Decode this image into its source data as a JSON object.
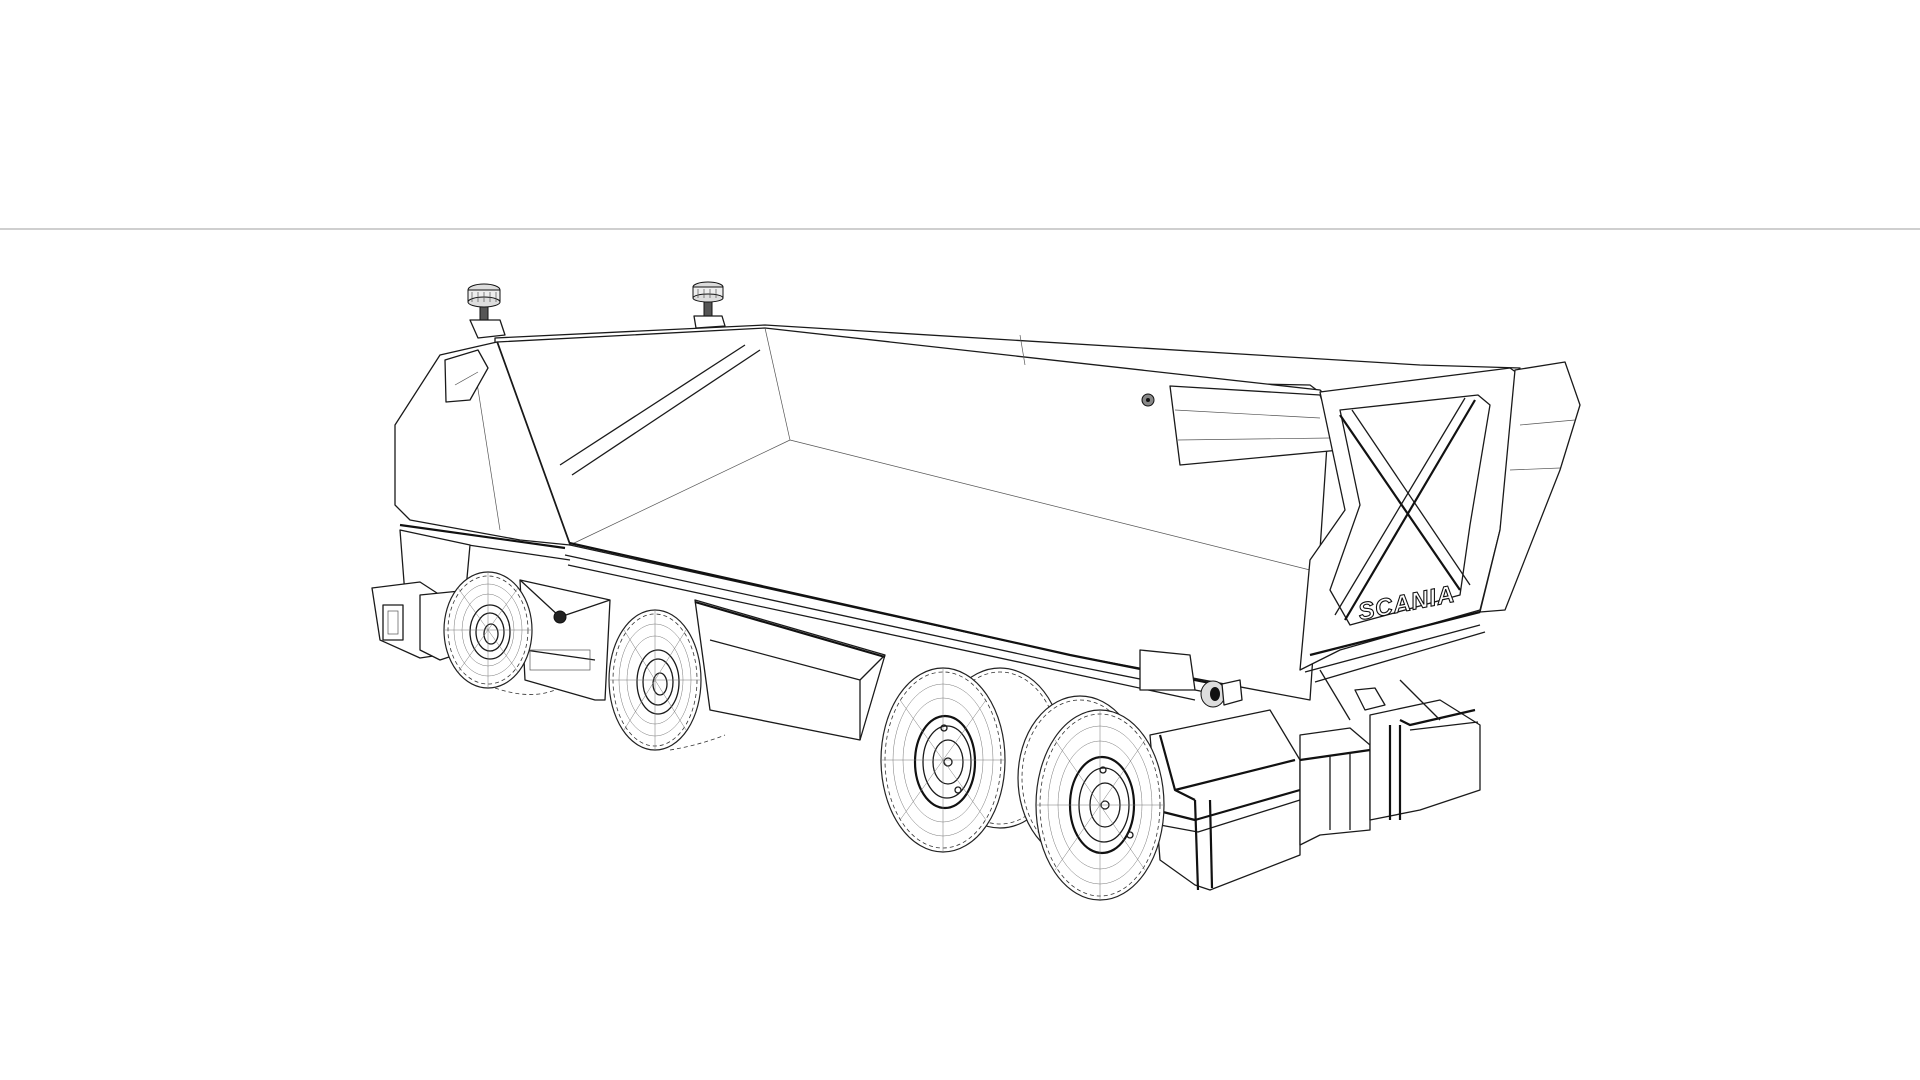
{
  "scene": {
    "description": "Wireframe line-art render of an autonomous tipper truck (cab-less, 4 axles) on white background",
    "background_color": "#ffffff",
    "horizon_line_color": "#cfcfcf",
    "line_color": "#1a1a1a"
  },
  "truck": {
    "brand_logo": "SCANIA",
    "axles": 4,
    "sensors_on_roof": 2,
    "body": "tipper dump body with X-braced rear panel"
  }
}
